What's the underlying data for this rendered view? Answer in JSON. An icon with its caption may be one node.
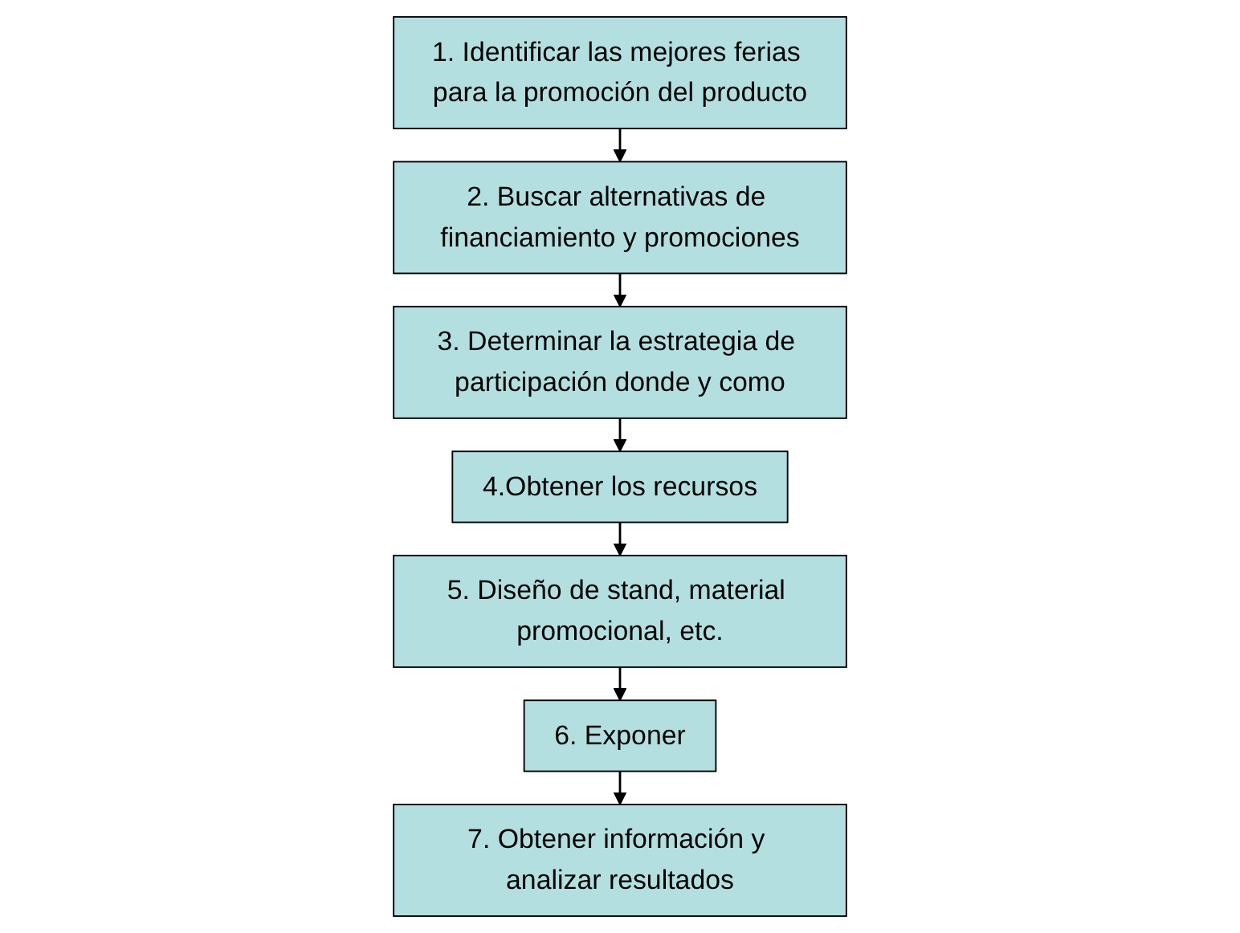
{
  "diagram": {
    "nodes": [
      {
        "text": [
          "1. Identificar las mejores ferias para la promoción del producto"
        ]
      },
      {
        "text": [
          "2. Buscar alternativas de financiamiento y promociones"
        ]
      },
      {
        "text": [
          "3. Determinar la estrategia de participación donde y como"
        ]
      },
      {
        "text": [
          "4.Obtener los recursos"
        ]
      },
      {
        "text": [
          "5. Diseño de stand, material promocional, etc."
        ]
      },
      {
        "text": [
          "6. Exponer"
        ]
      },
      {
        "text": [
          "7. Obtener información y analizar resultados"
        ]
      }
    ],
    "edges": [
      {
        "from": 0,
        "to": 1,
        "arrow": "to"
      },
      {
        "from": 1,
        "to": 2,
        "arrow": "to"
      },
      {
        "from": 2,
        "to": 3,
        "arrow": "to"
      },
      {
        "from": 3,
        "to": 4,
        "arrow": "to"
      },
      {
        "from": 4,
        "to": 5,
        "arrow": "to"
      },
      {
        "from": 5,
        "to": 6,
        "arrow": "to"
      }
    ]
  }
}
